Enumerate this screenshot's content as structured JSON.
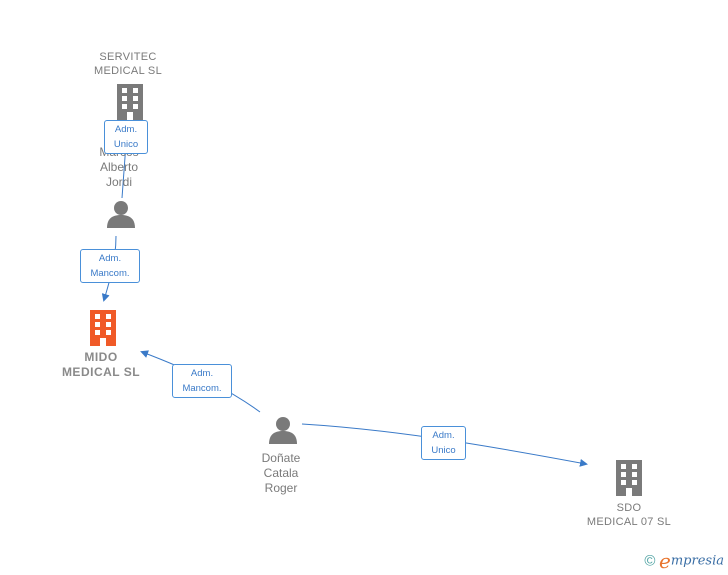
{
  "nodes": {
    "servitec": {
      "name": "SERVITEC\nMEDICAL  SL"
    },
    "person1": {
      "name": "Marcos\nAlberto\nJordi"
    },
    "mido": {
      "name": "MIDO\nMEDICAL  SL"
    },
    "person2": {
      "name": "Doñate\nCatala\nRoger"
    },
    "sdo": {
      "name": "SDO\nMEDICAL 07 SL"
    }
  },
  "relations": {
    "r1": "Adm.\nUnico",
    "r2": "Adm.\nMancom.",
    "r3": "Adm.\nMancom.",
    "r4": "Adm.\nUnico"
  },
  "colors": {
    "edge": "#3a7ac8",
    "node_gray": "#7a7a7a",
    "node_main": "#f05a28"
  },
  "footer": {
    "copyright_symbol": "©",
    "brand_initial": "e",
    "brand_rest": "mpresia"
  }
}
